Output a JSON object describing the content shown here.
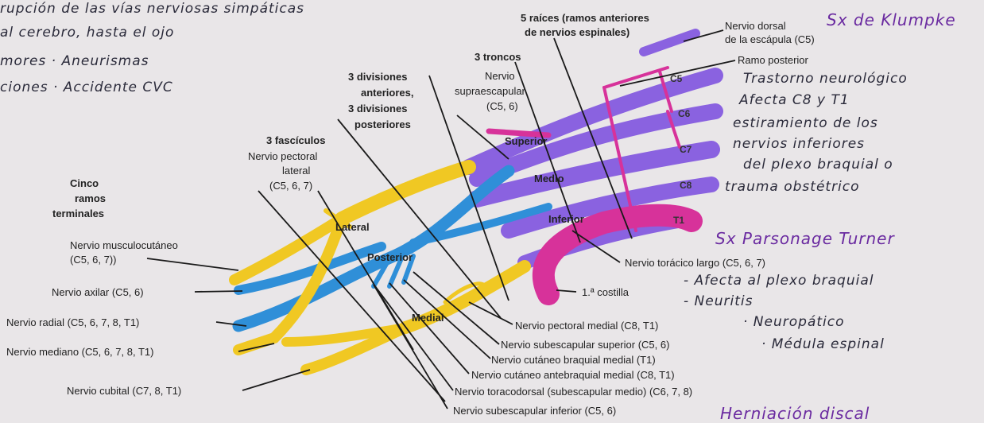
{
  "notes_top": [
    "rupción de las vías nerviosas simpáticas",
    "al cerebro, hasta el ojo",
    "mores   · Aneurismas",
    "ciones   · Accidente CVC"
  ],
  "headers": {
    "raices": [
      "5 raíces (ramos anteriores",
      "de nervios espinales)"
    ],
    "troncos": "3 troncos",
    "divisiones": [
      "3 divisiones",
      "anteriores,",
      "3 divisiones",
      "posteriores"
    ],
    "fasciculos": "3 fascículos",
    "ramos": [
      "Cinco",
      "ramos",
      "terminales"
    ]
  },
  "root_labels": [
    "C5",
    "C6",
    "C7",
    "C8",
    "T1"
  ],
  "trunk_labels": [
    "Superior",
    "Medio",
    "Inferior"
  ],
  "cord_labels": [
    "Lateral",
    "Posterior",
    "Medial"
  ],
  "nerves_right": {
    "dorsal_escapula": [
      "Nervio dorsal",
      "de la escápula (C5)"
    ],
    "ramo_posterior": "Ramo posterior",
    "supraescapular": [
      "Nervio",
      "supraescapular",
      "(C5, 6)"
    ],
    "pectoral_lateral": [
      "Nervio pectoral",
      "lateral",
      "(C5, 6, 7)"
    ],
    "toracico_largo": "Nervio torácico largo (C5, 6, 7)",
    "costilla": "1.ª costilla"
  },
  "nerves_left": [
    "Nervio musculocutáneo",
    "(C5, 6, 7))",
    "Nervio axilar (C5, 6)",
    "Nervio radial (C5, 6, 7, 8, T1)",
    "Nervio mediano (C5, 6, 7, 8, T1)",
    "Nervio cubital (C7, 8, T1)"
  ],
  "nerves_bottom": [
    "Nervio pectoral medial (C8, T1)",
    "Nervio subescapular superior (C5, 6)",
    "Nervio cutáneo braquial medial (T1)",
    "Nervio cutáneo antebraquial medial (C8, T1)",
    "Nervio toracodorsal (subescapular medio) (C6, 7, 8)",
    "Nervio subescapular inferior (C5, 6)"
  ],
  "notes_right": {
    "klumpke_title": "Sx de Klumpke",
    "klumpke_lines": [
      "Trastorno neurológico",
      "Afecta C8 y T1",
      "estiramiento de los",
      "nervios inferiores",
      "del plexo braquial o",
      "trauma obstétrico"
    ],
    "parsonage_title": "Sx Parsonage Turner",
    "parsonage_lines": [
      "- Afecta al plexo braquial",
      "- Neuritis",
      "· Neuropático",
      "· Médula espinal"
    ],
    "herniacion": "Herniación discal"
  },
  "colors": {
    "yellow": "#f0c823",
    "blue": "#2f8fd8",
    "purple": "#8a62e0",
    "magenta": "#d7329a",
    "ink": "#222222"
  }
}
